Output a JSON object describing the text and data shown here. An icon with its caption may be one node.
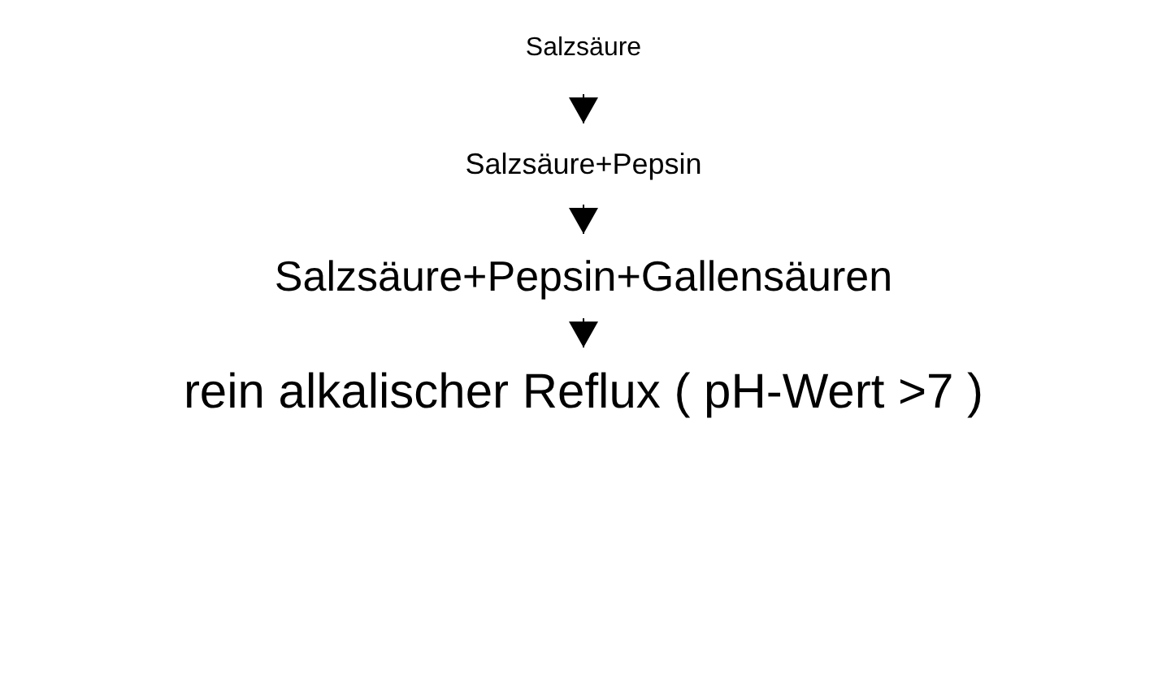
{
  "diagram": {
    "nodes": [
      {
        "text": [
          "Salzsäure"
        ]
      },
      {
        "text": [
          "Salzsäure+Pepsin"
        ]
      },
      {
        "text": [
          "Salzsäure+Pepsin+Gallensäuren"
        ]
      },
      {
        "text": [
          "rein alkalischer Reflux ( pH-Wert >7 )"
        ]
      }
    ],
    "edges": [
      {
        "from": 0,
        "to": 1,
        "arrow": "to"
      },
      {
        "from": 1,
        "to": 2,
        "arrow": "to"
      },
      {
        "from": 2,
        "to": 3,
        "arrow": "to"
      }
    ]
  }
}
